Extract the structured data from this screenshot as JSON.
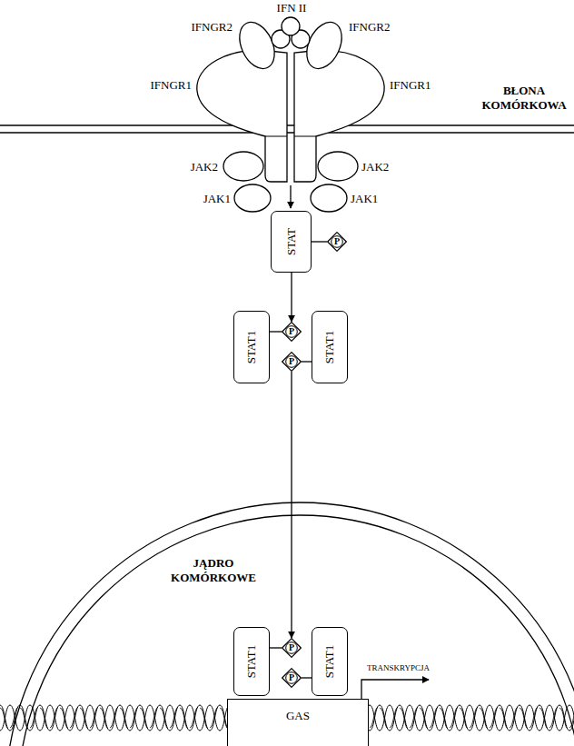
{
  "diagram": {
    "nodes": [
      {
        "text": [
          "STAT"
        ]
      },
      {
        "text": [
          "P"
        ]
      },
      {
        "text": [
          "STAT1"
        ]
      },
      {
        "text": [
          "P"
        ]
      },
      {
        "text": [
          "STAT1"
        ]
      },
      {
        "text": [
          "P"
        ]
      },
      {
        "text": [
          "STAT1"
        ]
      },
      {
        "text": [
          "P"
        ]
      },
      {
        "text": [
          "STAT1"
        ]
      },
      {
        "text": [
          "P"
        ]
      },
      {
        "text": [
          "GAS"
        ]
      }
    ],
    "edges": [
      {
        "from": 0,
        "to": 1,
        "arrow": "none"
      },
      {
        "from": 0,
        "to": 3,
        "arrow": "to"
      },
      {
        "from": 2,
        "to": 3,
        "arrow": "none"
      },
      {
        "from": 4,
        "to": 5,
        "arrow": "none"
      },
      {
        "from": 5,
        "to": 7,
        "arrow": "to"
      },
      {
        "from": 6,
        "to": 7,
        "arrow": "none"
      },
      {
        "from": 8,
        "to": 9,
        "arrow": "none"
      }
    ],
    "labels": [
      "IFN II",
      "IFNGR2",
      "IFNGR2",
      "IFNGR1",
      "IFNGR1",
      "BŁONA KOMÓRKOWA",
      "JAK2",
      "JAK2",
      "JAK1",
      "JAK1",
      "JĄDRO KOMÓRKOWE",
      "TRANSKRYPCJA"
    ]
  }
}
